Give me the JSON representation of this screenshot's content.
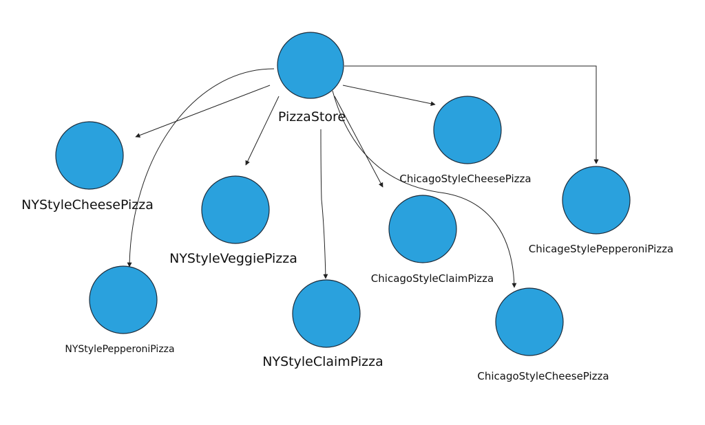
{
  "diagram": {
    "colors": {
      "node_fill": "#2aa1dd",
      "node_stroke": "#1c2b3a",
      "edge": "#222222"
    },
    "nodes": {
      "root": {
        "label": "PizzaStore"
      },
      "ny_cheese": {
        "label": "NYStyleCheesePizza"
      },
      "ny_veggie": {
        "label": "NYStyleVeggiePizza"
      },
      "ny_pepperoni": {
        "label": "NYStylePepperoniPizza"
      },
      "ny_claim": {
        "label": "NYStyleClaimPizza"
      },
      "chicago_cheese_top": {
        "label": "ChicagoStyleCheesePizza"
      },
      "chicago_claim": {
        "label": "ChicagoStyleClaimPizza"
      },
      "chicago_cheese_bottom": {
        "label": "ChicagoStyleCheesePizza"
      },
      "chicago_pepperoni": {
        "label": "ChicageStylePepperoniPizza"
      }
    }
  }
}
